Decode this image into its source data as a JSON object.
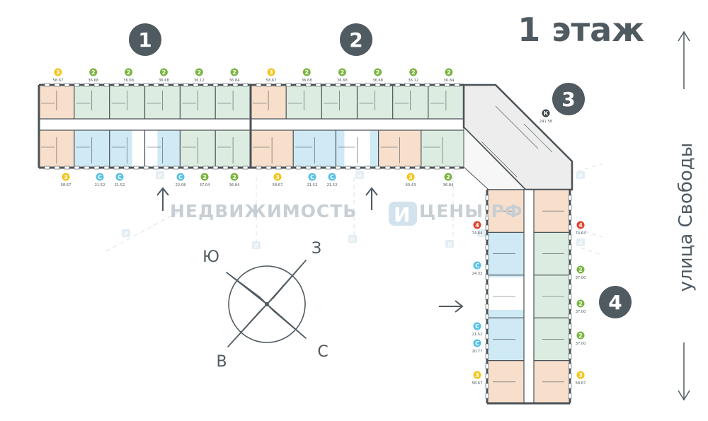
{
  "title": "1 этаж",
  "street": "улица Свободы",
  "watermark": {
    "left": "НЕДВИЖИМОСТЬ",
    "mid": "И",
    "right": "ЦЕНЫ.РФ",
    "small_mark": "И"
  },
  "compass": {
    "north_west": "Ю",
    "north_east": "З",
    "south_west": "В",
    "south_east": "С"
  },
  "sections": [
    "1",
    "2",
    "3",
    "4"
  ],
  "colors": {
    "studio": "#56c2e6",
    "one_room_yellow": "#f4c51a",
    "two_room": "#7ab53f",
    "four_room": "#e0432d",
    "commercial": "#3a4246",
    "ink": "#505a61",
    "wall": "#4a5257",
    "fill_orange": "#f7dfcc",
    "fill_green": "#dcece0",
    "fill_blue": "#cfe9f5",
    "fill_gray": "#ededed"
  },
  "section1": {
    "top": [
      {
        "type": "3",
        "area": "58.67"
      },
      {
        "type": "2",
        "area": "36.68"
      },
      {
        "type": "2",
        "area": "36.68"
      },
      {
        "type": "2",
        "area": "36.68"
      },
      {
        "type": "2",
        "area": "36.12"
      },
      {
        "type": "2",
        "area": "36.84"
      }
    ],
    "bottom": [
      {
        "type": "3",
        "area": "58.67"
      },
      {
        "type": "С",
        "area": "21.52"
      },
      {
        "type": "С",
        "area": "21.52"
      },
      {
        "type": "С",
        "area": "22.08"
      },
      {
        "type": "2",
        "area": "37.04"
      },
      {
        "type": "2",
        "area": "36.84"
      }
    ]
  },
  "section2": {
    "top": [
      {
        "type": "3",
        "area": "58.67"
      },
      {
        "type": "2",
        "area": "36.68"
      },
      {
        "type": "2",
        "area": "36.68"
      },
      {
        "type": "2",
        "area": "36.68"
      },
      {
        "type": "2",
        "area": "36.12"
      },
      {
        "type": "2",
        "area": "36.84"
      }
    ],
    "bottom": [
      {
        "type": "3",
        "area": "58.67"
      },
      {
        "type": "С",
        "area": "21.52"
      },
      {
        "type": "С",
        "area": "21.52"
      },
      {
        "type": "3",
        "area": "60.43"
      },
      {
        "type": "2",
        "area": "36.84"
      }
    ]
  },
  "section3": {
    "commercial": {
      "type": "К",
      "area": "241.58"
    }
  },
  "section4": {
    "left": [
      {
        "type": "4",
        "area": "74.64"
      },
      {
        "type": "С",
        "area": "24.32"
      },
      {
        "type": "С",
        "area": "21.52"
      },
      {
        "type": "С",
        "area": "20.77"
      },
      {
        "type": "3",
        "area": "58.67"
      }
    ],
    "right": [
      {
        "type": "4",
        "area": "74.64"
      },
      {
        "type": "2",
        "area": "37.00"
      },
      {
        "type": "2",
        "area": "37.00"
      },
      {
        "type": "2",
        "area": "37.00"
      },
      {
        "type": "3",
        "area": "58.67"
      }
    ]
  }
}
